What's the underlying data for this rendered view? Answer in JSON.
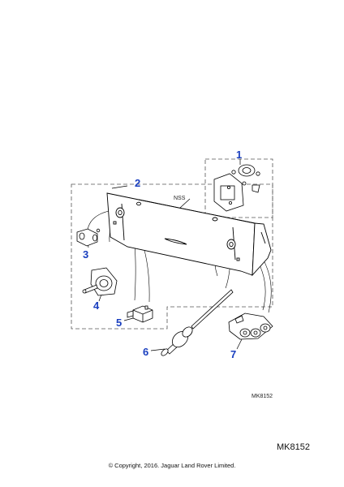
{
  "callouts": [
    "1",
    "2",
    "3",
    "4",
    "5",
    "6",
    "7"
  ],
  "labels": {
    "nss": "NSS",
    "part_code": "MK8152"
  },
  "footer": {
    "ref": "MK8152",
    "copyright": "© Copyright, 2016. Jaguar Land Rover Limited."
  },
  "colors": {
    "callout": "#1a3fbf",
    "line": "#000000",
    "part_fill": "#ffffff"
  }
}
